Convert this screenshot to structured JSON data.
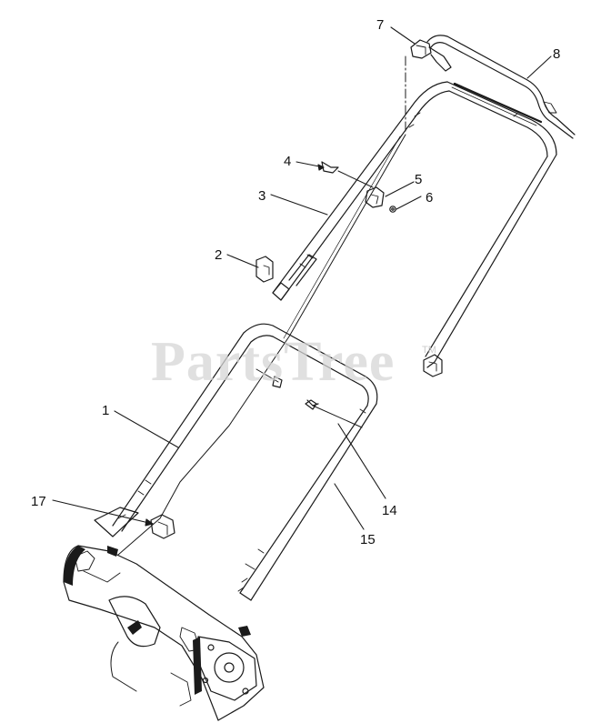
{
  "watermark": {
    "text": "PartsTree",
    "trademark": "TM"
  },
  "callouts": [
    {
      "id": "callout-7",
      "label": "7"
    },
    {
      "id": "callout-8",
      "label": "8"
    },
    {
      "id": "callout-4",
      "label": "4"
    },
    {
      "id": "callout-5",
      "label": "5"
    },
    {
      "id": "callout-6",
      "label": "6"
    },
    {
      "id": "callout-3",
      "label": "3"
    },
    {
      "id": "callout-2",
      "label": "2"
    },
    {
      "id": "callout-1",
      "label": "1"
    },
    {
      "id": "callout-17",
      "label": "17"
    },
    {
      "id": "callout-14",
      "label": "14"
    },
    {
      "id": "callout-15",
      "label": "15"
    }
  ],
  "colors": {
    "line": "#1a1a1a",
    "watermark": "#d6d6d6",
    "background": "#ffffff"
  }
}
